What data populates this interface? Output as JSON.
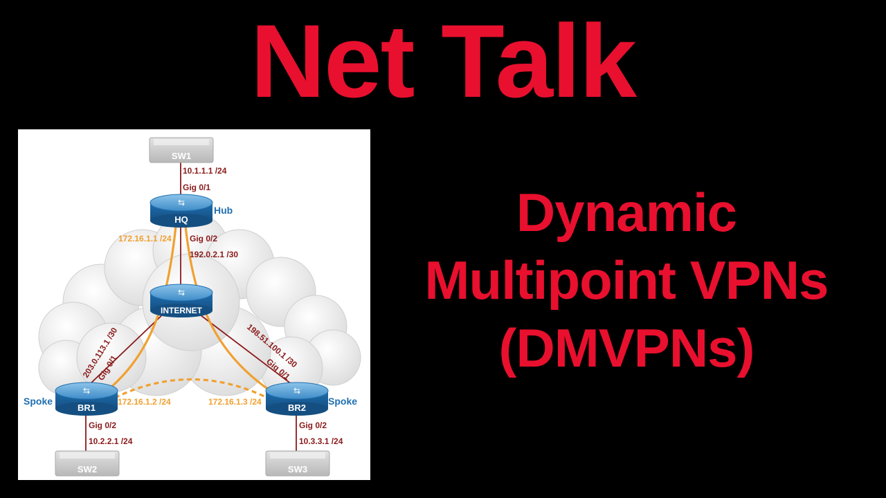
{
  "title": "Net Talk",
  "subtitle": [
    "Dynamic",
    "Multipoint VPNs",
    "(DMVPNs)"
  ],
  "colors": {
    "accent": "#e8102e",
    "link_red": "#8b1a1a",
    "tunnel_orange": "#f0a030",
    "router_blue": "#1f6fb0"
  },
  "diagram": {
    "devices": {
      "sw1": "SW1",
      "hq": "HQ",
      "internet": "INTERNET",
      "br1": "BR1",
      "br2": "BR2",
      "sw2": "SW2",
      "sw3": "SW3"
    },
    "roles": {
      "hub": "Hub",
      "spoke1": "Spoke",
      "spoke2": "Spoke"
    },
    "labels": {
      "sw1_net": "10.1.1.1 /24",
      "hq_gig01": "Gig 0/1",
      "hq_tunnel": "172.16.1.1 /24",
      "hq_gig02": "Gig 0/2",
      "hq_wan": "192.0.2.1 /30",
      "br1_wan": "203.0.113.1 /30",
      "br1_gig01": "Gig 0/1",
      "br2_wan": "198.51.100.1 /30",
      "br2_gig01": "Gig 0/1",
      "br1_tunnel": "172.16.1.2 /24",
      "br2_tunnel": "172.16.1.3 /24",
      "br1_gig02": "Gig 0/2",
      "br1_lan": "10.2.2.1 /24",
      "br2_gig02": "Gig 0/2",
      "br2_lan": "10.3.3.1 /24"
    }
  }
}
